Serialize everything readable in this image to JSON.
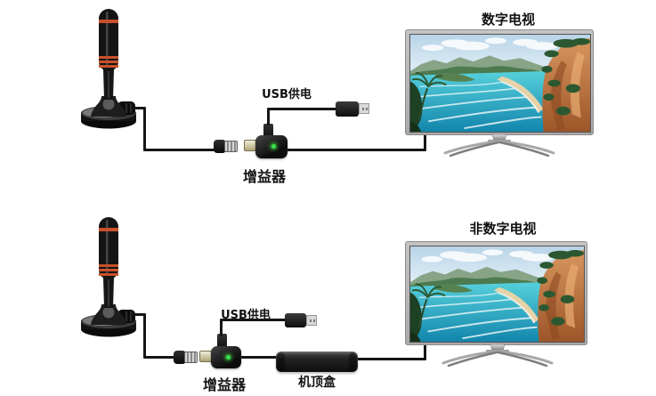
{
  "diagram": {
    "rows": [
      {
        "tv_label": "数字电视",
        "usb_power_label": "USB供电",
        "amplifier_label": "增益器"
      },
      {
        "tv_label": "非数字电视",
        "usb_power_label": "USB供电",
        "amplifier_label": "增益器",
        "set_top_box_label": "机顶盒"
      }
    ],
    "colors": {
      "background": "#ffffff",
      "cable": "#161616",
      "antenna_stripe": "#c8502a",
      "led_green": "#3ae04a",
      "tv_frame": "#b5b5b5",
      "sea": "#2aa9c2",
      "cliff": "#c07848",
      "usb_metal": "#d9d9d9"
    }
  }
}
